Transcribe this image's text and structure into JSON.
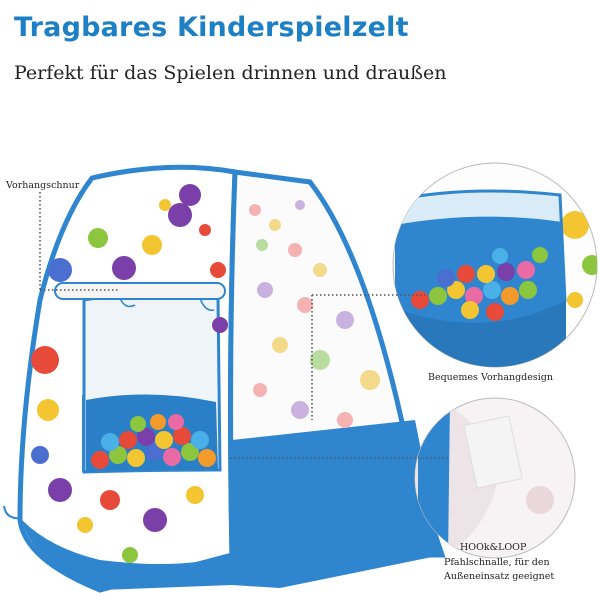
{
  "header": {
    "title": "Tragbares Kinderspielzelt",
    "subtitle": "Perfekt für das Spielen drinnen und draußen"
  },
  "callouts": {
    "curtain_cord": "Vorhangschnur",
    "curtain_design": "Bequemes Vorhangdesign",
    "hook_loop": "HOOk&LOOP",
    "stake_buckle_line1": "Pfahlschnalle, für den",
    "stake_buckle_line2": "Außeneinsatz geeignet"
  },
  "colors": {
    "tent_blue": "#2f86cf",
    "title_blue": "#1d7fc4",
    "dots": [
      "#7a3fa8",
      "#e84a3a",
      "#f2c531",
      "#8cc63f",
      "#4a6fd1",
      "#f29b2b",
      "#e96aa4"
    ]
  }
}
